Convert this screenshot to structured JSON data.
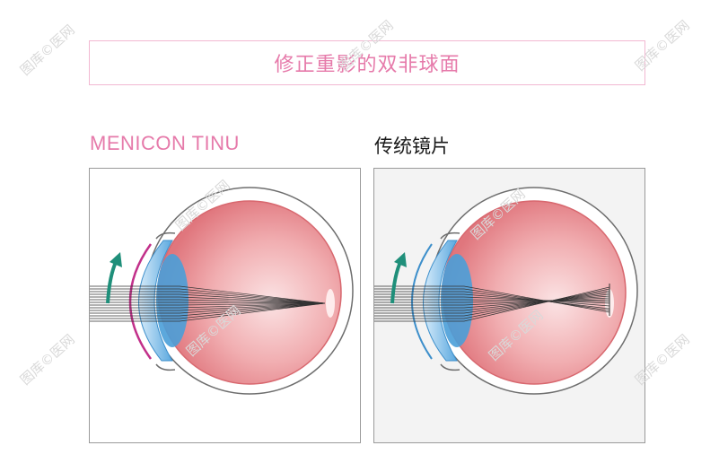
{
  "header": {
    "title": "修正重影的双非球面"
  },
  "left_panel": {
    "label": "MENICON TINU"
  },
  "right_panel": {
    "label": "传统镜片"
  },
  "watermark": {
    "text": "图库©医网"
  },
  "colors": {
    "title_pink": "#e67aaa",
    "eye_red": "#e37f86",
    "cornea_blue": "#4a9fd8",
    "arrow_green": "#1f8f7a",
    "lens_magenta": "#c2308a"
  }
}
